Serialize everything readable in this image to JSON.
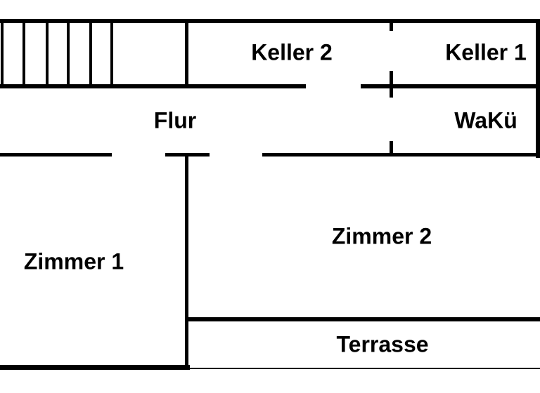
{
  "floorplan": {
    "type": "apartment-floor-plan",
    "background_color": "#ffffff",
    "wall_color": "#000000",
    "labels": {
      "keller2": "Keller 2",
      "keller1": "Keller 1",
      "flur": "Flur",
      "waku": "WaKü",
      "zimmer1": "Zimmer 1",
      "zimmer2": "Zimmer 2",
      "terrasse": "Terrasse"
    },
    "rooms": [
      {
        "id": "keller2",
        "label": "Keller 2"
      },
      {
        "id": "keller1",
        "label": "Keller 1"
      },
      {
        "id": "flur",
        "label": "Flur"
      },
      {
        "id": "waku",
        "label": "WaKü"
      },
      {
        "id": "zimmer1",
        "label": "Zimmer 1"
      },
      {
        "id": "zimmer2",
        "label": "Zimmer 2"
      },
      {
        "id": "terrasse",
        "label": "Terrasse"
      }
    ],
    "features": {
      "staircase_treads": 6,
      "door_openings": 3
    }
  }
}
